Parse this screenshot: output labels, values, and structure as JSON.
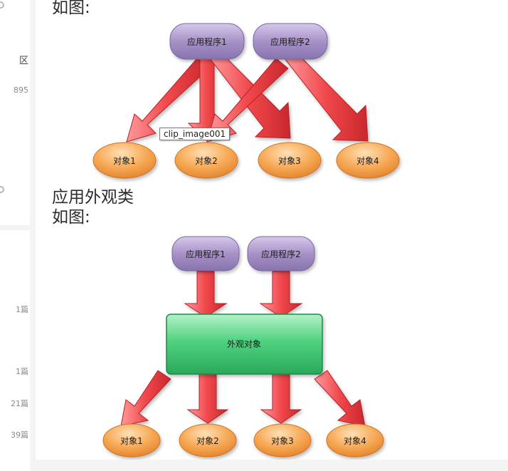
{
  "sidebar": {
    "top": {
      "text_a": "区",
      "text_b": "895"
    },
    "counts": [
      "1篇",
      "1篇",
      "21篇",
      "39篇"
    ]
  },
  "article": {
    "heading_top": "如图:",
    "heading_facade": "应用外观类",
    "heading_facade_sub": "如图:"
  },
  "diagram1": {
    "apps": [
      "应用程序1",
      "应用程序2"
    ],
    "objects": [
      "对象1",
      "对象2",
      "对象3",
      "对象4"
    ],
    "tooltip": "clip_image001"
  },
  "diagram2": {
    "apps": [
      "应用程序1",
      "应用程序2"
    ],
    "facade": "外观对象",
    "objects": [
      "对象1",
      "对象2",
      "对象3",
      "对象4"
    ]
  },
  "colors": {
    "app_pill": "#a08cc0",
    "object_ellipse": "#f3a24e",
    "facade_box": "#3cc66f",
    "arrow": "#f0474b"
  }
}
